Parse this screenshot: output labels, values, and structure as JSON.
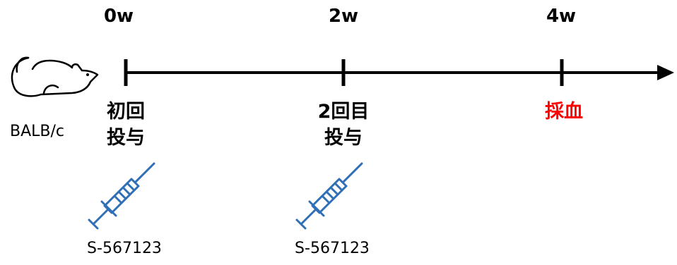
{
  "strain_label": "BALB/c",
  "timepoints": [
    {
      "week": "0w",
      "event_line1": "初回",
      "event_line2": "投与",
      "drug": "S-567123"
    },
    {
      "week": "2w",
      "event_line1": "2回目",
      "event_line2": "投与",
      "drug": "S-567123"
    },
    {
      "week": "4w",
      "event_line1": "採血",
      "event_line2": "",
      "drug": ""
    }
  ],
  "colors": {
    "blood_sampling": "#ff0000",
    "syringe": "#2f6fb5",
    "axis": "#000000"
  },
  "icons": {
    "animal": "mouse-icon",
    "injection": "syringe-icon"
  }
}
